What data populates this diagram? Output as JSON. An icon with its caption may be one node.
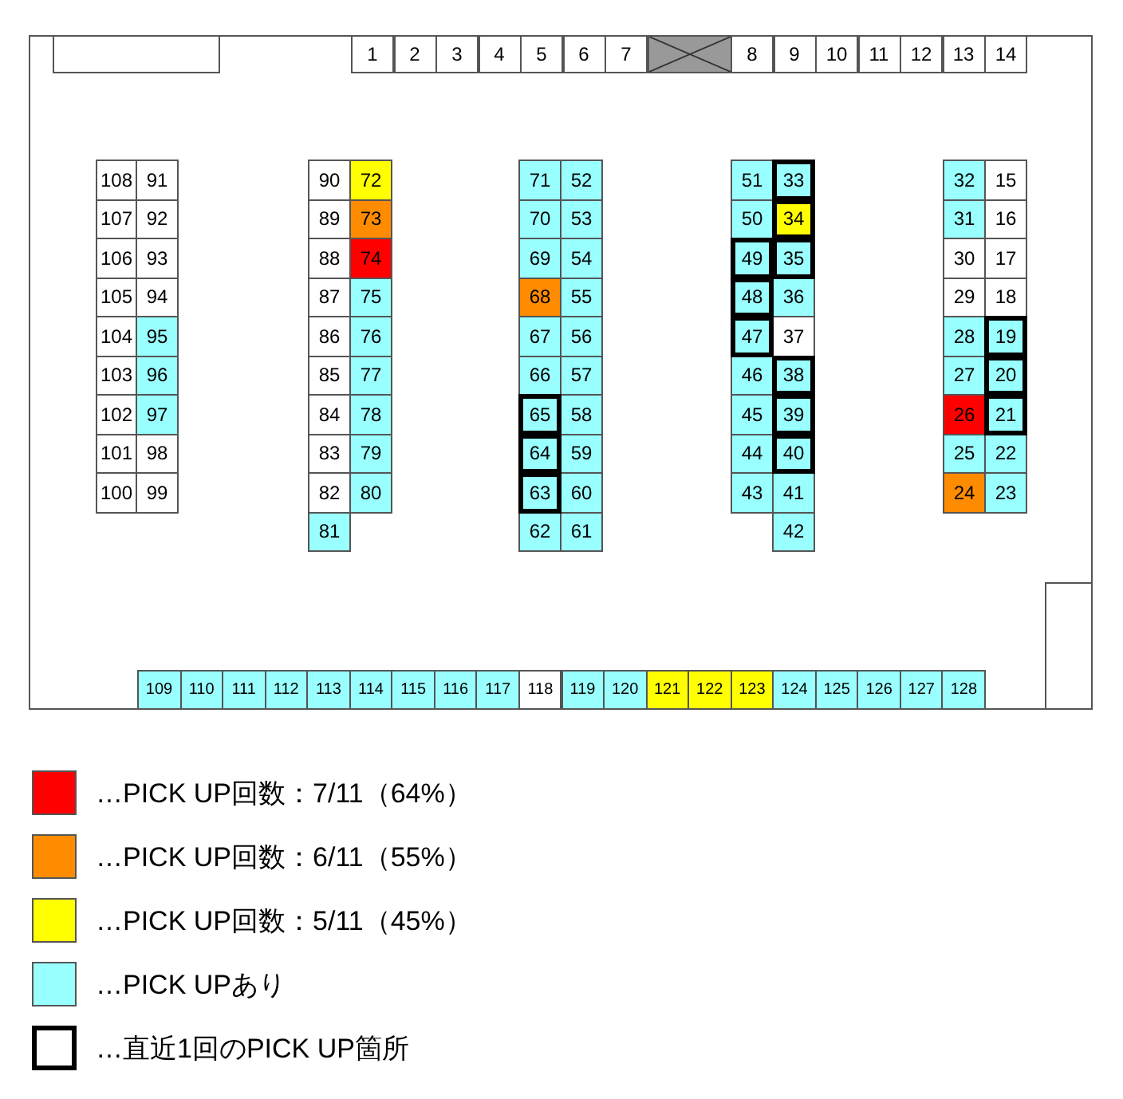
{
  "diagram": {
    "nodes": [
      {
        "text": [],
        "shape": "box"
      },
      {
        "text": [],
        "shape": "box",
        "in": 0
      },
      {
        "text": [
          "1"
        ],
        "in": 0
      },
      {
        "text": [
          "2"
        ],
        "in": 0
      },
      {
        "text": [
          "3"
        ],
        "in": 0
      },
      {
        "text": [
          "4"
        ],
        "in": 0
      },
      {
        "text": [
          "5"
        ],
        "in": 0
      },
      {
        "text": [
          "6"
        ],
        "in": 0
      },
      {
        "text": [
          "7"
        ],
        "in": 0
      },
      {
        "text": [],
        "shape": "box",
        "in": 0
      },
      {
        "text": [
          "8"
        ],
        "in": 0
      },
      {
        "text": [
          "9"
        ],
        "in": 0
      },
      {
        "text": [
          "10"
        ],
        "in": 0
      },
      {
        "text": [
          "11"
        ],
        "in": 0
      },
      {
        "text": [
          "12"
        ],
        "in": 0
      },
      {
        "text": [
          "13"
        ],
        "in": 0
      },
      {
        "text": [
          "14"
        ],
        "in": 0
      },
      {
        "text": [
          "108"
        ],
        "in": 0
      },
      {
        "text": [
          "91"
        ],
        "in": 0
      },
      {
        "text": [
          "90"
        ],
        "in": 0
      },
      {
        "text": [
          "72"
        ],
        "in": 0
      },
      {
        "text": [
          "71"
        ],
        "in": 0
      },
      {
        "text": [
          "52"
        ],
        "in": 0
      },
      {
        "text": [
          "51"
        ],
        "in": 0
      },
      {
        "text": [
          "33"
        ],
        "in": 0
      },
      {
        "text": [
          "32"
        ],
        "in": 0
      },
      {
        "text": [
          "15"
        ],
        "in": 0
      },
      {
        "text": [
          "107"
        ],
        "in": 0
      },
      {
        "text": [
          "92"
        ],
        "in": 0
      },
      {
        "text": [
          "89"
        ],
        "in": 0
      },
      {
        "text": [
          "73"
        ],
        "in": 0
      },
      {
        "text": [
          "70"
        ],
        "in": 0
      },
      {
        "text": [
          "53"
        ],
        "in": 0
      },
      {
        "text": [
          "50"
        ],
        "in": 0
      },
      {
        "text": [
          "34"
        ],
        "in": 0
      },
      {
        "text": [
          "31"
        ],
        "in": 0
      },
      {
        "text": [
          "16"
        ],
        "in": 0
      },
      {
        "text": [
          "106"
        ],
        "in": 0
      },
      {
        "text": [
          "93"
        ],
        "in": 0
      },
      {
        "text": [
          "88"
        ],
        "in": 0
      },
      {
        "text": [
          "74"
        ],
        "in": 0
      },
      {
        "text": [
          "69"
        ],
        "in": 0
      },
      {
        "text": [
          "54"
        ],
        "in": 0
      },
      {
        "text": [
          "49"
        ],
        "in": 0
      },
      {
        "text": [
          "35"
        ],
        "in": 0
      },
      {
        "text": [
          "30"
        ],
        "in": 0
      },
      {
        "text": [
          "17"
        ],
        "in": 0
      },
      {
        "text": [
          "105"
        ],
        "in": 0
      },
      {
        "text": [
          "94"
        ],
        "in": 0
      },
      {
        "text": [
          "87"
        ],
        "in": 0
      },
      {
        "text": [
          "75"
        ],
        "in": 0
      },
      {
        "text": [
          "68"
        ],
        "in": 0
      },
      {
        "text": [
          "55"
        ],
        "in": 0
      },
      {
        "text": [
          "48"
        ],
        "in": 0
      },
      {
        "text": [
          "36"
        ],
        "in": 0
      },
      {
        "text": [
          "29"
        ],
        "in": 0
      },
      {
        "text": [
          "18"
        ],
        "in": 0
      },
      {
        "text": [
          "104"
        ],
        "in": 0
      },
      {
        "text": [
          "95"
        ],
        "in": 0
      },
      {
        "text": [
          "86"
        ],
        "in": 0
      },
      {
        "text": [
          "76"
        ],
        "in": 0
      },
      {
        "text": [
          "67"
        ],
        "in": 0
      },
      {
        "text": [
          "56"
        ],
        "in": 0
      },
      {
        "text": [
          "47"
        ],
        "in": 0
      },
      {
        "text": [
          "37"
        ],
        "in": 0
      },
      {
        "text": [
          "28"
        ],
        "in": 0
      },
      {
        "text": [
          "19"
        ],
        "in": 0
      },
      {
        "text": [
          "103"
        ],
        "in": 0
      },
      {
        "text": [
          "96"
        ],
        "in": 0
      },
      {
        "text": [
          "85"
        ],
        "in": 0
      },
      {
        "text": [
          "77"
        ],
        "in": 0
      },
      {
        "text": [
          "66"
        ],
        "in": 0
      },
      {
        "text": [
          "57"
        ],
        "in": 0
      },
      {
        "text": [
          "46"
        ],
        "in": 0
      },
      {
        "text": [
          "38"
        ],
        "in": 0
      },
      {
        "text": [
          "27"
        ],
        "in": 0
      },
      {
        "text": [
          "20"
        ],
        "in": 0
      },
      {
        "text": [
          "102"
        ],
        "in": 0
      },
      {
        "text": [
          "97"
        ],
        "in": 0
      },
      {
        "text": [
          "84"
        ],
        "in": 0
      },
      {
        "text": [
          "78"
        ],
        "in": 0
      },
      {
        "text": [
          "65"
        ],
        "in": 0
      },
      {
        "text": [
          "58"
        ],
        "in": 0
      },
      {
        "text": [
          "45"
        ],
        "in": 0
      },
      {
        "text": [
          "39"
        ],
        "in": 0
      },
      {
        "text": [
          "26"
        ],
        "in": 0
      },
      {
        "text": [
          "21"
        ],
        "in": 0
      },
      {
        "text": [
          "101"
        ],
        "in": 0
      },
      {
        "text": [
          "98"
        ],
        "in": 0
      },
      {
        "text": [
          "83"
        ],
        "in": 0
      },
      {
        "text": [
          "79"
        ],
        "in": 0
      },
      {
        "text": [
          "64"
        ],
        "in": 0
      },
      {
        "text": [
          "59"
        ],
        "in": 0
      },
      {
        "text": [
          "44"
        ],
        "in": 0
      },
      {
        "text": [
          "40"
        ],
        "in": 0
      },
      {
        "text": [
          "25"
        ],
        "in": 0
      },
      {
        "text": [
          "22"
        ],
        "in": 0
      },
      {
        "text": [
          "100"
        ],
        "in": 0
      },
      {
        "text": [
          "99"
        ],
        "in": 0
      },
      {
        "text": [
          "82"
        ],
        "in": 0
      },
      {
        "text": [
          "80"
        ],
        "in": 0
      },
      {
        "text": [
          "63"
        ],
        "in": 0
      },
      {
        "text": [
          "60"
        ],
        "in": 0
      },
      {
        "text": [
          "43"
        ],
        "in": 0
      },
      {
        "text": [
          "41"
        ],
        "in": 0
      },
      {
        "text": [
          "24"
        ],
        "in": 0
      },
      {
        "text": [
          "23"
        ],
        "in": 0
      },
      {
        "text": [
          "81"
        ],
        "in": 0
      },
      {
        "text": [
          "62"
        ],
        "in": 0
      },
      {
        "text": [
          "61"
        ],
        "in": 0
      },
      {
        "text": [
          "42"
        ],
        "in": 0
      },
      {
        "text": [],
        "shape": "box",
        "in": 0
      },
      {
        "text": [
          "109"
        ],
        "in": 0
      },
      {
        "text": [
          "110"
        ],
        "in": 0
      },
      {
        "text": [
          "111"
        ],
        "in": 0
      },
      {
        "text": [
          "112"
        ],
        "in": 0
      },
      {
        "text": [
          "113"
        ],
        "in": 0
      },
      {
        "text": [
          "114"
        ],
        "in": 0
      },
      {
        "text": [
          "115"
        ],
        "in": 0
      },
      {
        "text": [
          "116"
        ],
        "in": 0
      },
      {
        "text": [
          "117"
        ],
        "in": 0
      },
      {
        "text": [
          "118"
        ],
        "in": 0
      },
      {
        "text": [
          "119"
        ],
        "in": 0
      },
      {
        "text": [
          "120"
        ],
        "in": 0
      },
      {
        "text": [
          "121"
        ],
        "in": 0
      },
      {
        "text": [
          "122"
        ],
        "in": 0
      },
      {
        "text": [
          "123"
        ],
        "in": 0
      },
      {
        "text": [
          "124"
        ],
        "in": 0
      },
      {
        "text": [
          "125"
        ],
        "in": 0
      },
      {
        "text": [
          "126"
        ],
        "in": 0
      },
      {
        "text": [
          "127"
        ],
        "in": 0
      },
      {
        "text": [
          "128"
        ],
        "in": 0
      }
    ],
    "legend": [
      {
        "text": "…PICK UP回数：7/11（64%）",
        "color": "#ff0000"
      },
      {
        "text": "…PICK UP回数：6/11（55%）",
        "color": "#ff8c00"
      },
      {
        "text": "…PICK UP回数：5/11（45%）",
        "color": "#ffff00"
      },
      {
        "text": "…PICK UPあり",
        "color": "#99ffff"
      },
      {
        "text": "…直近1回のPICK UP箇所"
      }
    ]
  }
}
